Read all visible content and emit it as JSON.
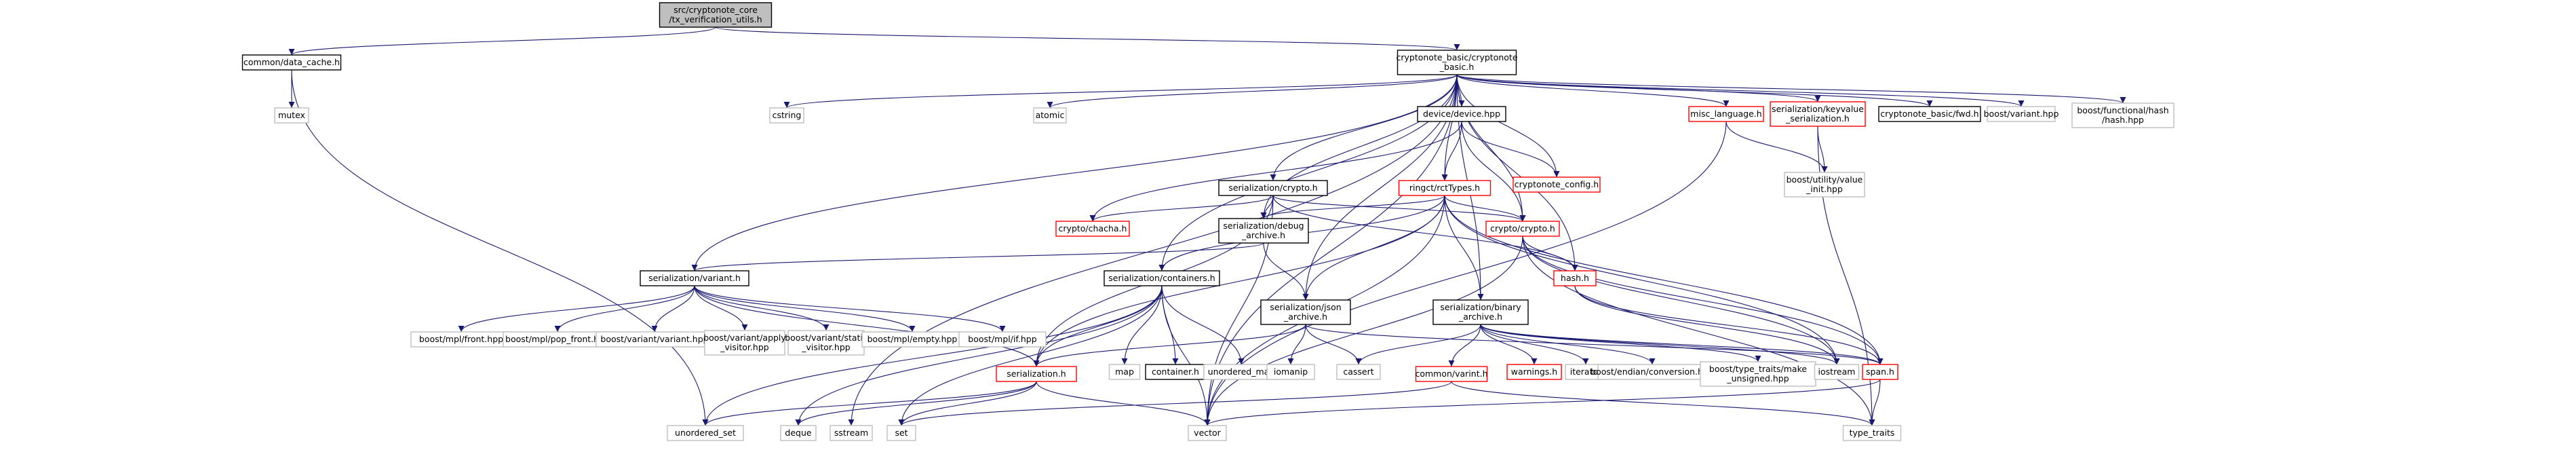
{
  "colors": {
    "edge": "#191970",
    "root_fill": "#bfbfbf",
    "normal_border": "#000000",
    "red_border": "#ff0000",
    "leaf_border": "#bfbfbf"
  },
  "nodes": [
    {
      "id": "root",
      "lines": [
        "src/cryptonote_core",
        "/tx_verification_utils.h"
      ],
      "style": "root"
    },
    {
      "id": "data_cache",
      "lines": [
        "common/data_cache.h"
      ],
      "style": "normal"
    },
    {
      "id": "mutex",
      "lines": [
        "mutex"
      ],
      "style": "leaf"
    },
    {
      "id": "cn_basic",
      "lines": [
        "cryptonote_basic/cryptonote",
        "_basic.h"
      ],
      "style": "normal"
    },
    {
      "id": "cstring",
      "lines": [
        "cstring"
      ],
      "style": "leaf"
    },
    {
      "id": "atomic",
      "lines": [
        "atomic"
      ],
      "style": "leaf"
    },
    {
      "id": "device",
      "lines": [
        "device/device.hpp"
      ],
      "style": "normal"
    },
    {
      "id": "misc_language",
      "lines": [
        "misc_language.h"
      ],
      "style": "red"
    },
    {
      "id": "kv_serial",
      "lines": [
        "serialization/keyvalue",
        "_serialization.h"
      ],
      "style": "red"
    },
    {
      "id": "cn_fwd",
      "lines": [
        "cryptonote_basic/fwd.h"
      ],
      "style": "normal"
    },
    {
      "id": "b_variant",
      "lines": [
        "boost/variant.hpp"
      ],
      "style": "leaf"
    },
    {
      "id": "b_fhash",
      "lines": [
        "boost/functional/hash",
        "/hash.hpp"
      ],
      "style": "leaf"
    },
    {
      "id": "cn_config",
      "lines": [
        "cryptonote_config.h"
      ],
      "style": "red"
    },
    {
      "id": "b_value_init",
      "lines": [
        "boost/utility/value",
        "_init.hpp"
      ],
      "style": "leaf"
    },
    {
      "id": "ser_crypto",
      "lines": [
        "serialization/crypto.h"
      ],
      "style": "normal"
    },
    {
      "id": "rct",
      "lines": [
        "ringct/rctTypes.h"
      ],
      "style": "red"
    },
    {
      "id": "chacha",
      "lines": [
        "crypto/chacha.h"
      ],
      "style": "red"
    },
    {
      "id": "debug_archive",
      "lines": [
        "serialization/debug",
        "_archive.h"
      ],
      "style": "normal"
    },
    {
      "id": "crypto",
      "lines": [
        "crypto/crypto.h"
      ],
      "style": "red"
    },
    {
      "id": "ser_variant",
      "lines": [
        "serialization/variant.h"
      ],
      "style": "normal"
    },
    {
      "id": "ser_containers",
      "lines": [
        "serialization/containers.h"
      ],
      "style": "normal"
    },
    {
      "id": "json_archive",
      "lines": [
        "serialization/json",
        "_archive.h"
      ],
      "style": "normal"
    },
    {
      "id": "binary_archive",
      "lines": [
        "serialization/binary",
        "_archive.h"
      ],
      "style": "normal"
    },
    {
      "id": "hash",
      "lines": [
        "hash.h"
      ],
      "style": "red"
    },
    {
      "id": "b_mpl_front",
      "lines": [
        "boost/mpl/front.hpp"
      ],
      "style": "leaf"
    },
    {
      "id": "b_mpl_pop_front",
      "lines": [
        "boost/mpl/pop_front.hpp"
      ],
      "style": "leaf"
    },
    {
      "id": "b_var_variant",
      "lines": [
        "boost/variant/variant.hpp"
      ],
      "style": "leaf"
    },
    {
      "id": "b_apply_visitor",
      "lines": [
        "boost/variant/apply",
        "_visitor.hpp"
      ],
      "style": "leaf"
    },
    {
      "id": "b_static_visitor",
      "lines": [
        "boost/variant/static",
        "_visitor.hpp"
      ],
      "style": "leaf"
    },
    {
      "id": "b_mpl_empty",
      "lines": [
        "boost/mpl/empty.hpp"
      ],
      "style": "leaf"
    },
    {
      "id": "b_mpl_if",
      "lines": [
        "boost/mpl/if.hpp"
      ],
      "style": "leaf"
    },
    {
      "id": "serialization",
      "lines": [
        "serialization.h"
      ],
      "style": "red"
    },
    {
      "id": "map",
      "lines": [
        "map"
      ],
      "style": "leaf"
    },
    {
      "id": "container",
      "lines": [
        "container.h"
      ],
      "style": "normal"
    },
    {
      "id": "unordered_map",
      "lines": [
        "unordered_map"
      ],
      "style": "leaf"
    },
    {
      "id": "iomanip",
      "lines": [
        "iomanip"
      ],
      "style": "leaf"
    },
    {
      "id": "cassert",
      "lines": [
        "cassert"
      ],
      "style": "leaf"
    },
    {
      "id": "varint",
      "lines": [
        "common/varint.h"
      ],
      "style": "red"
    },
    {
      "id": "warnings",
      "lines": [
        "warnings.h"
      ],
      "style": "red"
    },
    {
      "id": "iterator",
      "lines": [
        "iterator"
      ],
      "style": "leaf"
    },
    {
      "id": "b_endian",
      "lines": [
        "boost/endian/conversion.hpp"
      ],
      "style": "leaf"
    },
    {
      "id": "b_make_unsigned",
      "lines": [
        "boost/type_traits/make",
        "_unsigned.hpp"
      ],
      "style": "leaf"
    },
    {
      "id": "iostream",
      "lines": [
        "iostream"
      ],
      "style": "leaf"
    },
    {
      "id": "span",
      "lines": [
        "span.h"
      ],
      "style": "red"
    },
    {
      "id": "unordered_set",
      "lines": [
        "unordered_set"
      ],
      "style": "leaf"
    },
    {
      "id": "deque",
      "lines": [
        "deque"
      ],
      "style": "leaf"
    },
    {
      "id": "sstream",
      "lines": [
        "sstream"
      ],
      "style": "leaf"
    },
    {
      "id": "set",
      "lines": [
        "set"
      ],
      "style": "leaf"
    },
    {
      "id": "vector",
      "lines": [
        "vector"
      ],
      "style": "leaf"
    },
    {
      "id": "type_traits",
      "lines": [
        "type_traits"
      ],
      "style": "leaf"
    }
  ],
  "edges": [
    [
      "root",
      "data_cache"
    ],
    [
      "root",
      "cn_basic"
    ],
    [
      "data_cache",
      "mutex"
    ],
    [
      "data_cache",
      "unordered_set"
    ],
    [
      "cn_basic",
      "cstring"
    ],
    [
      "cn_basic",
      "atomic"
    ],
    [
      "cn_basic",
      "device"
    ],
    [
      "cn_basic",
      "misc_language"
    ],
    [
      "cn_basic",
      "kv_serial"
    ],
    [
      "cn_basic",
      "cn_fwd"
    ],
    [
      "cn_basic",
      "b_variant"
    ],
    [
      "cn_basic",
      "b_fhash"
    ],
    [
      "cn_basic",
      "cn_config"
    ],
    [
      "cn_basic",
      "ser_crypto"
    ],
    [
      "cn_basic",
      "rct"
    ],
    [
      "cn_basic",
      "crypto"
    ],
    [
      "cn_basic",
      "debug_archive"
    ],
    [
      "cn_basic",
      "ser_variant"
    ],
    [
      "cn_basic",
      "ser_containers"
    ],
    [
      "cn_basic",
      "json_archive"
    ],
    [
      "cn_basic",
      "binary_archive"
    ],
    [
      "cn_basic",
      "hash"
    ],
    [
      "cn_basic",
      "sstream"
    ],
    [
      "cn_basic",
      "vector"
    ],
    [
      "device",
      "cn_config"
    ],
    [
      "device",
      "rct"
    ],
    [
      "device",
      "crypto"
    ],
    [
      "device",
      "chacha"
    ],
    [
      "misc_language",
      "b_value_init"
    ],
    [
      "misc_language",
      "vector"
    ],
    [
      "kv_serial",
      "b_value_init"
    ],
    [
      "kv_serial",
      "type_traits"
    ],
    [
      "ser_crypto",
      "chacha"
    ],
    [
      "ser_crypto",
      "debug_archive"
    ],
    [
      "ser_crypto",
      "crypto"
    ],
    [
      "ser_crypto",
      "hash"
    ],
    [
      "ser_crypto",
      "serialization"
    ],
    [
      "ser_crypto",
      "vector"
    ],
    [
      "rct",
      "crypto"
    ],
    [
      "rct",
      "debug_archive"
    ],
    [
      "rct",
      "ser_containers"
    ],
    [
      "rct",
      "json_archive"
    ],
    [
      "rct",
      "binary_archive"
    ],
    [
      "rct",
      "span"
    ],
    [
      "rct",
      "iostream"
    ],
    [
      "rct",
      "vector"
    ],
    [
      "rct",
      "serialization"
    ],
    [
      "crypto",
      "hash"
    ],
    [
      "crypto",
      "span"
    ],
    [
      "crypto",
      "iostream"
    ],
    [
      "crypto",
      "vector"
    ],
    [
      "crypto",
      "type_traits"
    ],
    [
      "debug_archive",
      "json_archive"
    ],
    [
      "debug_archive",
      "ser_variant"
    ],
    [
      "ser_variant",
      "b_mpl_front"
    ],
    [
      "ser_variant",
      "b_mpl_pop_front"
    ],
    [
      "ser_variant",
      "b_var_variant"
    ],
    [
      "ser_variant",
      "b_apply_visitor"
    ],
    [
      "ser_variant",
      "b_static_visitor"
    ],
    [
      "ser_variant",
      "b_mpl_empty"
    ],
    [
      "ser_variant",
      "b_mpl_if"
    ],
    [
      "ser_variant",
      "serialization"
    ],
    [
      "ser_containers",
      "serialization"
    ],
    [
      "ser_containers",
      "map"
    ],
    [
      "ser_containers",
      "container"
    ],
    [
      "ser_containers",
      "unordered_map"
    ],
    [
      "ser_containers",
      "unordered_set"
    ],
    [
      "ser_containers",
      "deque"
    ],
    [
      "ser_containers",
      "set"
    ],
    [
      "ser_containers",
      "vector"
    ],
    [
      "json_archive",
      "serialization"
    ],
    [
      "json_archive",
      "iomanip"
    ],
    [
      "json_archive",
      "cassert"
    ],
    [
      "json_archive",
      "span"
    ],
    [
      "binary_archive",
      "cassert"
    ],
    [
      "binary_archive",
      "varint"
    ],
    [
      "binary_archive",
      "warnings"
    ],
    [
      "binary_archive",
      "iterator"
    ],
    [
      "binary_archive",
      "b_endian"
    ],
    [
      "binary_archive",
      "b_make_unsigned"
    ],
    [
      "binary_archive",
      "iostream"
    ],
    [
      "binary_archive",
      "span"
    ],
    [
      "serialization",
      "unordered_set"
    ],
    [
      "serialization",
      "deque"
    ],
    [
      "serialization",
      "set"
    ],
    [
      "serialization",
      "vector"
    ],
    [
      "varint",
      "set"
    ],
    [
      "varint",
      "type_traits"
    ],
    [
      "hash",
      "span"
    ],
    [
      "hash",
      "iostream"
    ],
    [
      "span",
      "type_traits"
    ],
    [
      "span",
      "vector"
    ]
  ]
}
